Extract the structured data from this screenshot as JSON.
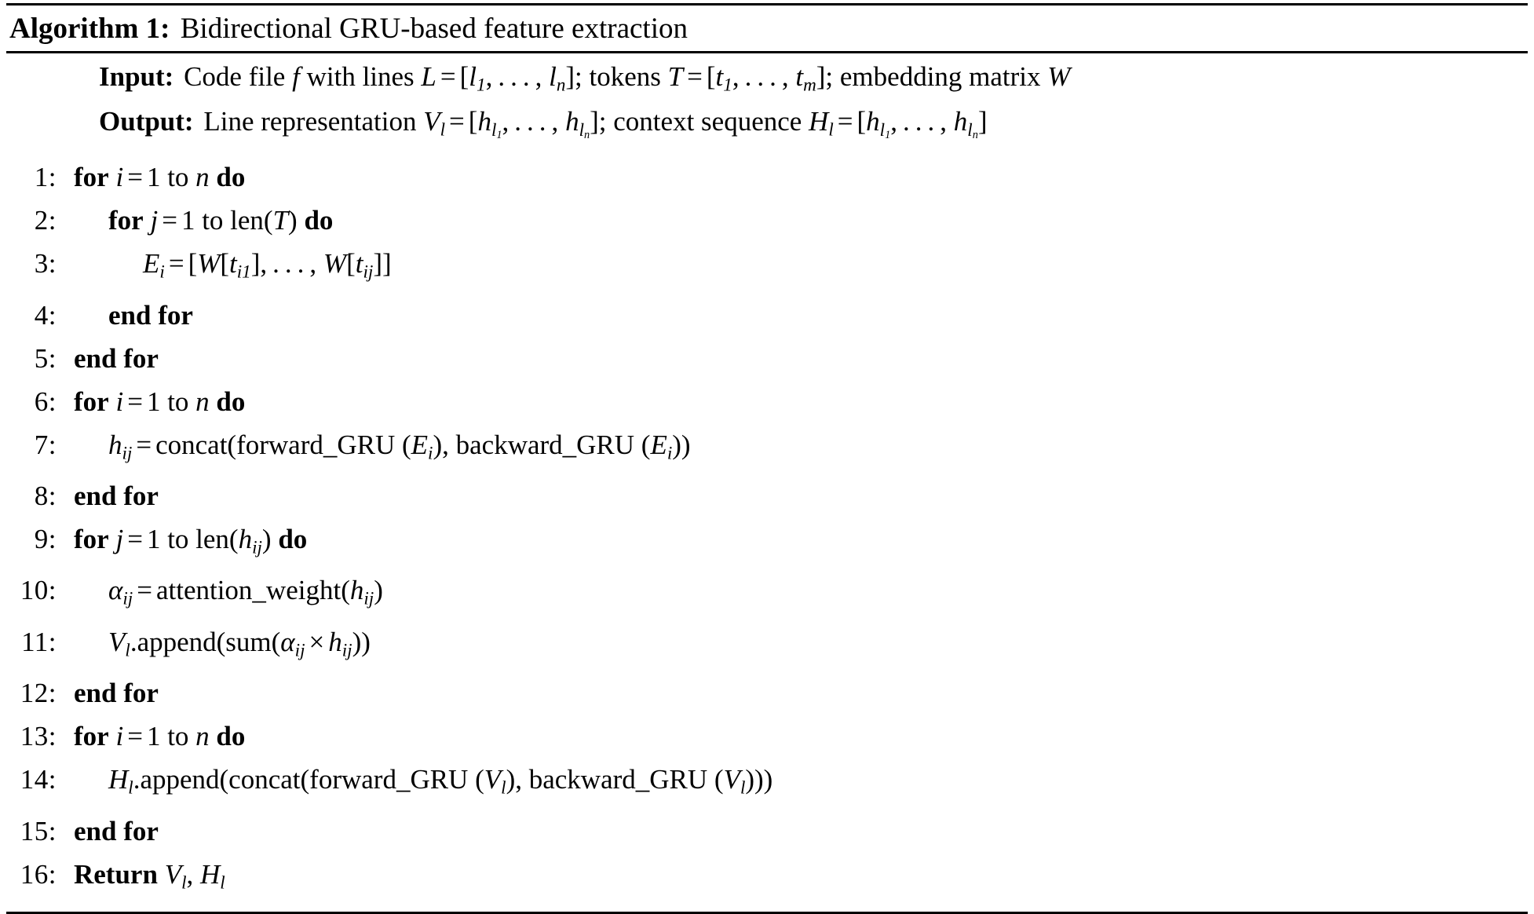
{
  "caption": {
    "label": "Algorithm 1:",
    "title": "Bidirectional GRU-based feature extraction"
  },
  "io": [
    {
      "label": "Input:",
      "text": "Code file f with lines L = [l₁, . . . , lₙ]; tokens T = [t₁, . . . , tₘ]; embedding matrix W"
    },
    {
      "label": "Output:",
      "text": "Line representation Vₗ = [hₗ₁, . . . , hₗₙ]; context sequence Hₗ = [hₗ₁, . . . , hₗₙ]"
    }
  ],
  "lines": [
    {
      "num": "1:",
      "indent": 0,
      "text": "for i = 1 to n do"
    },
    {
      "num": "2:",
      "indent": 1,
      "text": "for j = 1 to len(T) do"
    },
    {
      "num": "3:",
      "indent": 2,
      "text": "Eᵢ = [W[tᵢ₁], . . . , W[tᵢⱼ]]"
    },
    {
      "num": "4:",
      "indent": 1,
      "text": "end for"
    },
    {
      "num": "5:",
      "indent": 0,
      "text": "end for"
    },
    {
      "num": "6:",
      "indent": 0,
      "text": "for i = 1 to n do"
    },
    {
      "num": "7:",
      "indent": 1,
      "text": "hᵢⱼ = concat(forward_GRU (Eᵢ), backward_GRU (Eᵢ))"
    },
    {
      "num": "8:",
      "indent": 0,
      "text": "end for"
    },
    {
      "num": "9:",
      "indent": 0,
      "text": "for j = 1 to len(hᵢⱼ) do"
    },
    {
      "num": "10:",
      "indent": 1,
      "text": "αᵢⱼ = attention_weight(hᵢⱼ)"
    },
    {
      "num": "11:",
      "indent": 1,
      "text": "Vₗ.append(sum(αᵢⱼ × hᵢⱼ))"
    },
    {
      "num": "12:",
      "indent": 0,
      "text": "end for"
    },
    {
      "num": "13:",
      "indent": 0,
      "text": "for i = 1 to n do"
    },
    {
      "num": "14:",
      "indent": 1,
      "text": "Hₗ.append(concat(forward_GRU (Vₗ), backward_GRU (Vₗ)))"
    },
    {
      "num": "15:",
      "indent": 0,
      "text": "end for"
    },
    {
      "num": "16:",
      "indent": 0,
      "text": "Return Vₗ, Hₗ"
    }
  ],
  "colors": {
    "rule": "#000000",
    "text": "#000000",
    "background": "#ffffff"
  }
}
